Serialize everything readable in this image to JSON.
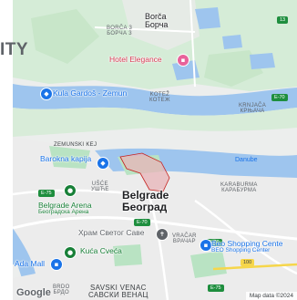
{
  "side_text": "ITY",
  "labels": {
    "borca_latin": "Borča",
    "borca_cyr": "Борча",
    "borca3_latin": "BORČA 3",
    "borca3_cyr": "БОРЧА 3",
    "hotel": "Hotel Elegance",
    "kula": "Kula Gardoš - Zemun",
    "kotez_latin": "KOTEŽ",
    "kotez_cyr": "КОТЕЖ",
    "krnjaca_latin": "KRNJAČA",
    "krnjaca_cyr": "КРЊАЧА",
    "zemunski_kej": "ZEMUNSKI KEJ",
    "barokna": "Barokna kapija",
    "danube": "Danube",
    "usce_latin": "UŠĆE",
    "usce_cyr": "УШЋЕ",
    "karaburma_latin": "KARABURMA",
    "karaburma_cyr": "КАРАБУРМА",
    "belgrade_latin": "Belgrade",
    "belgrade_cyr": "Београд",
    "arena_latin": "Belgrade Arena",
    "arena_cyr": "Београдска Арена",
    "hram": "Храм Светог Саве",
    "vracar_latin": "VRAČAR",
    "vracar_cyr": "ВРАЧАР",
    "beo_latin": "Beo Shopping Cente",
    "beo_cyr": "BEO Shopping Center",
    "kuca": "Kuća Cveća",
    "ada": "Ada Mall",
    "savski_latin": "SAVSKI VENAC",
    "savski_cyr": "САВСКИ ВЕНАЦ",
    "brdo_latin": "BRDO",
    "brdo_cyr": "БРДО"
  },
  "road_badges": {
    "r13": "13",
    "e70_a": "E-70",
    "e75": "E-75",
    "e70_b": "E-70",
    "e70_c": "E-70",
    "r100": "100",
    "e75_b": "E-75"
  },
  "footer": {
    "logo": "Google",
    "attribution": "Map data ©2024"
  },
  "colors": {
    "river": "#9ec5ee",
    "park": "#b9e3c3",
    "urban": "#ececec",
    "highlight_fill": "#e8b4b8",
    "highlight_stroke": "#c5221f"
  }
}
